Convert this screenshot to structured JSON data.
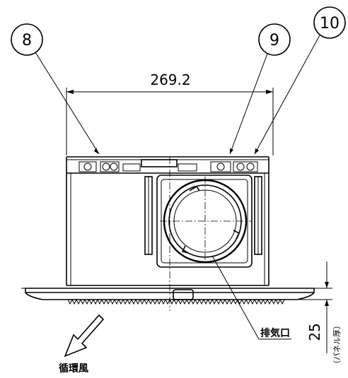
{
  "callouts": [
    "8",
    "9",
    "10"
  ],
  "dimensions": {
    "width": "269.2",
    "panel_offset": "25",
    "panel_thickness_label": "（パネル厚）"
  },
  "labels": {
    "exhaust_port": "排気口",
    "circulating_air": "循環風"
  }
}
